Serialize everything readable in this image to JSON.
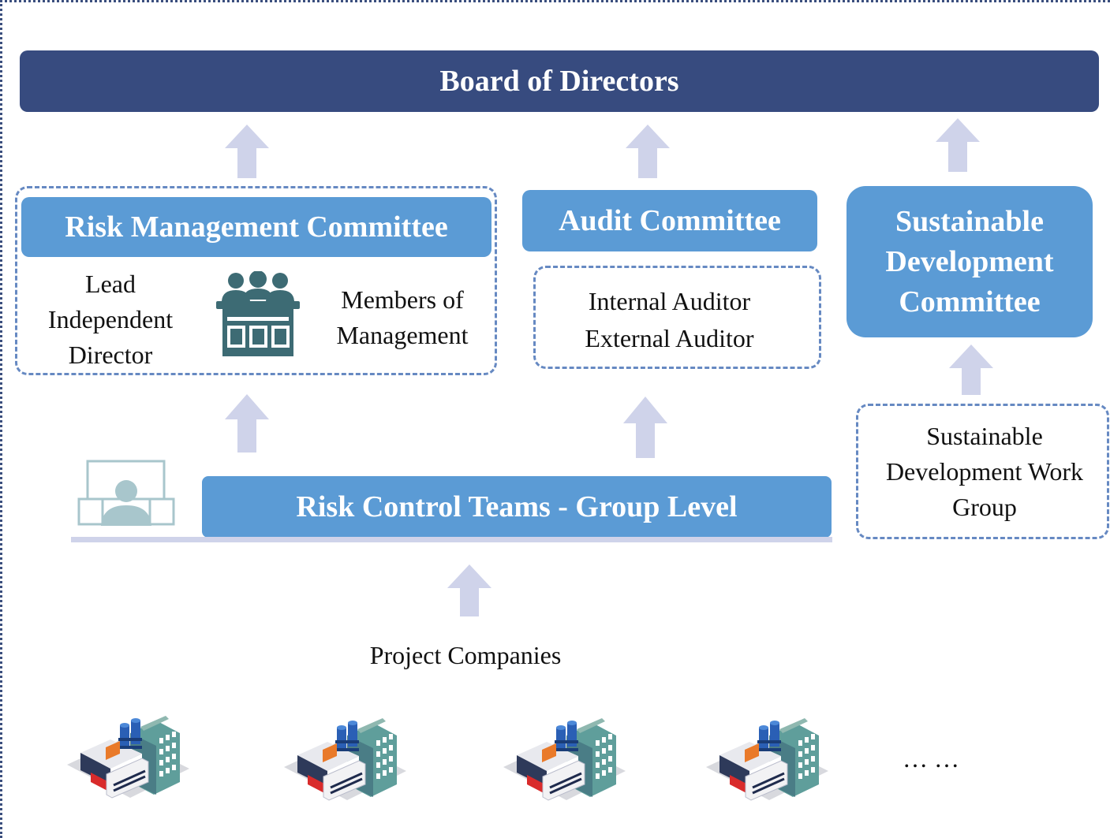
{
  "board": {
    "label": "Board of Directors"
  },
  "risk_management_committee": {
    "title": "Risk Management Committee",
    "left_label": "Lead Independent Director",
    "right_label": "Members of Management"
  },
  "audit_committee": {
    "title": "Audit Committee",
    "auditors_line1": "Internal Auditor",
    "auditors_line2": "External Auditor"
  },
  "sustainable_committee": {
    "title": "Sustainable Development Committee",
    "work_group": "Sustainable Development Work Group"
  },
  "risk_control": {
    "title": "Risk Control Teams - Group Level"
  },
  "project_companies": {
    "label": "Project Companies",
    "ellipsis": "… …"
  },
  "colors": {
    "board": "#374b7f",
    "committee": "#5b9bd5",
    "arrow": "#cfd3ea",
    "dashed_border": "#6689c2",
    "icon_teal": "#3d6b74"
  },
  "icons": [
    "meeting-icon",
    "monitor-user-icon",
    "factory-icon"
  ]
}
